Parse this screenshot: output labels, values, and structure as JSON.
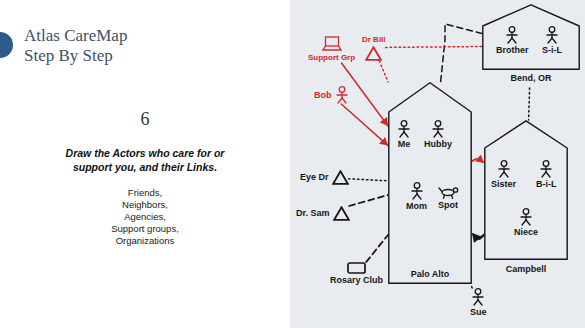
{
  "diagram": {
    "title": "Atlas CareMap Step By Step",
    "nodes": [
      {
        "text": [
          "Bend, OR"
        ]
      },
      {
        "text": [
          "Brother"
        ],
        "in": 0
      },
      {
        "text": [
          "S-i-L"
        ],
        "in": 0
      },
      {
        "text": [
          "Support Grp"
        ]
      },
      {
        "text": [
          "Dr Bill"
        ]
      },
      {
        "text": [
          "Bob"
        ]
      },
      {
        "text": [
          "Palo Alto"
        ]
      },
      {
        "text": [
          "Me"
        ],
        "in": 6
      },
      {
        "text": [
          "Hubby"
        ],
        "in": 6
      },
      {
        "text": [
          "Mom"
        ],
        "in": 6
      },
      {
        "text": [
          "Spot"
        ],
        "in": 6
      },
      {
        "text": [
          "Campbell"
        ]
      },
      {
        "text": [
          "Sister"
        ],
        "in": 11
      },
      {
        "text": [
          "B-i-L"
        ],
        "in": 11
      },
      {
        "text": [
          "Niece"
        ],
        "in": 11
      },
      {
        "text": [
          "Eye Dr"
        ]
      },
      {
        "text": [
          "Dr. Sam"
        ]
      },
      {
        "text": [
          "Rosary Club"
        ]
      },
      {
        "text": [
          "Sue"
        ]
      }
    ],
    "edges": [
      {
        "from": 0,
        "to": 6,
        "arrow": "none"
      },
      {
        "from": 0,
        "to": 11,
        "arrow": "none"
      },
      {
        "from": 3,
        "to": 6,
        "arrow": "to"
      },
      {
        "from": 4,
        "to": 0,
        "arrow": "none"
      },
      {
        "from": 4,
        "to": 6,
        "arrow": "none"
      },
      {
        "from": 5,
        "to": 6,
        "arrow": "to"
      },
      {
        "from": 6,
        "to": 11,
        "arrow": "to"
      },
      {
        "from": 11,
        "to": 6,
        "arrow": "to"
      },
      {
        "from": 15,
        "to": 6,
        "arrow": "none"
      },
      {
        "from": 16,
        "to": 6,
        "arrow": "none"
      },
      {
        "from": 17,
        "to": 6,
        "arrow": "none"
      },
      {
        "from": 18,
        "to": 6,
        "arrow": "none"
      }
    ],
    "labels": [
      "6",
      "Draw the Actors who care for or support you, and their Links.",
      "Friends,",
      "Neighbors,",
      "Agencies,",
      "Support groups,",
      "Organizations"
    ]
  }
}
